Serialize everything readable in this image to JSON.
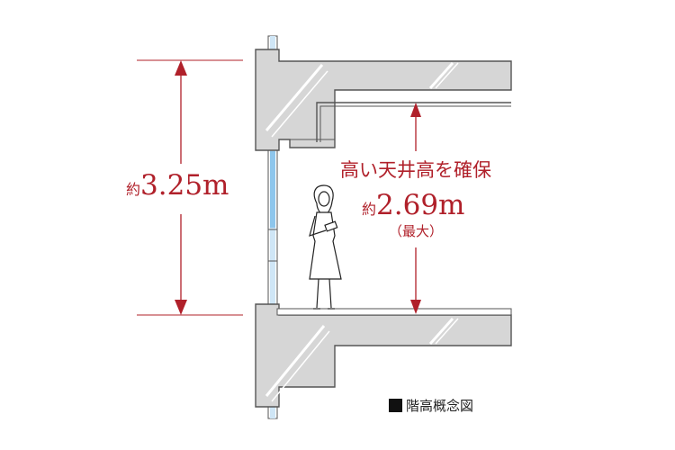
{
  "story_height": {
    "prefix": "約",
    "value": "3.25m"
  },
  "ceiling": {
    "heading": "高い天井高を確保",
    "prefix": "約",
    "value": "2.69m",
    "note": "（最大）"
  },
  "caption": "階高概念図",
  "colors": {
    "dimension": "#b0202a",
    "slab_fill": "#d6d6d6",
    "slab_stroke": "#555555",
    "glass": "#8ec6ec"
  }
}
